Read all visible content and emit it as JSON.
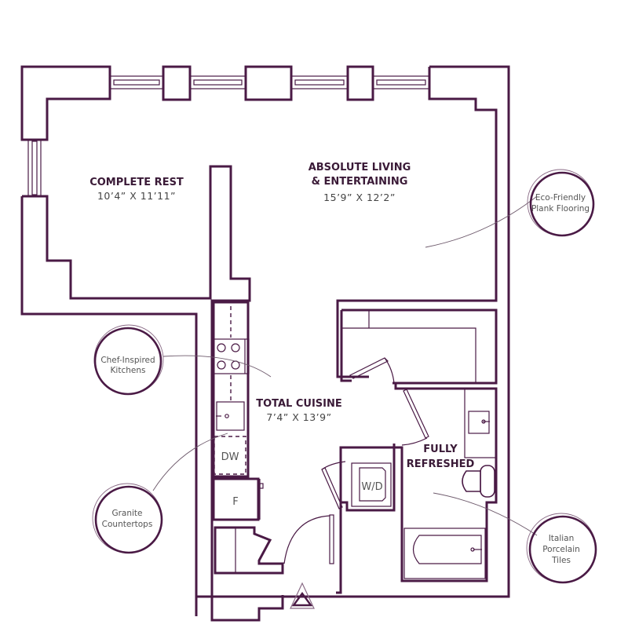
{
  "floorplan": {
    "rooms": [
      {
        "id": "bedroom",
        "name": "COMPLETE REST",
        "dimensions": "10’4” X 11’11”"
      },
      {
        "id": "living",
        "name_line1": "ABSOLUTE LIVING",
        "name_line2": "& ENTERTAINING",
        "dimensions": "15’9” X 12’2”"
      },
      {
        "id": "kitchen",
        "name": "TOTAL CUISINE",
        "dimensions": "7’4” X 13’9”"
      },
      {
        "id": "bathroom",
        "name_line1": "FULLY",
        "name_line2": "REFRESHED"
      }
    ],
    "appliances": {
      "dishwasher": "DW",
      "fridge": "F",
      "washer_dryer": "W/D"
    },
    "callouts": [
      {
        "id": "flooring",
        "line1": "Eco-Friendly",
        "line2": "Plank Flooring"
      },
      {
        "id": "kitchens",
        "line1": "Chef-Inspired",
        "line2": "Kitchens"
      },
      {
        "id": "countertops",
        "line1": "Granite",
        "line2": "Countertops"
      },
      {
        "id": "tiles",
        "line1": "Italian",
        "line2": "Porcelain",
        "line3": "Tiles"
      }
    ],
    "entry_marker": "entry-arrow",
    "colors": {
      "wall": "#4a1a45",
      "text": "#3a1a37",
      "background": "#ffffff"
    }
  }
}
